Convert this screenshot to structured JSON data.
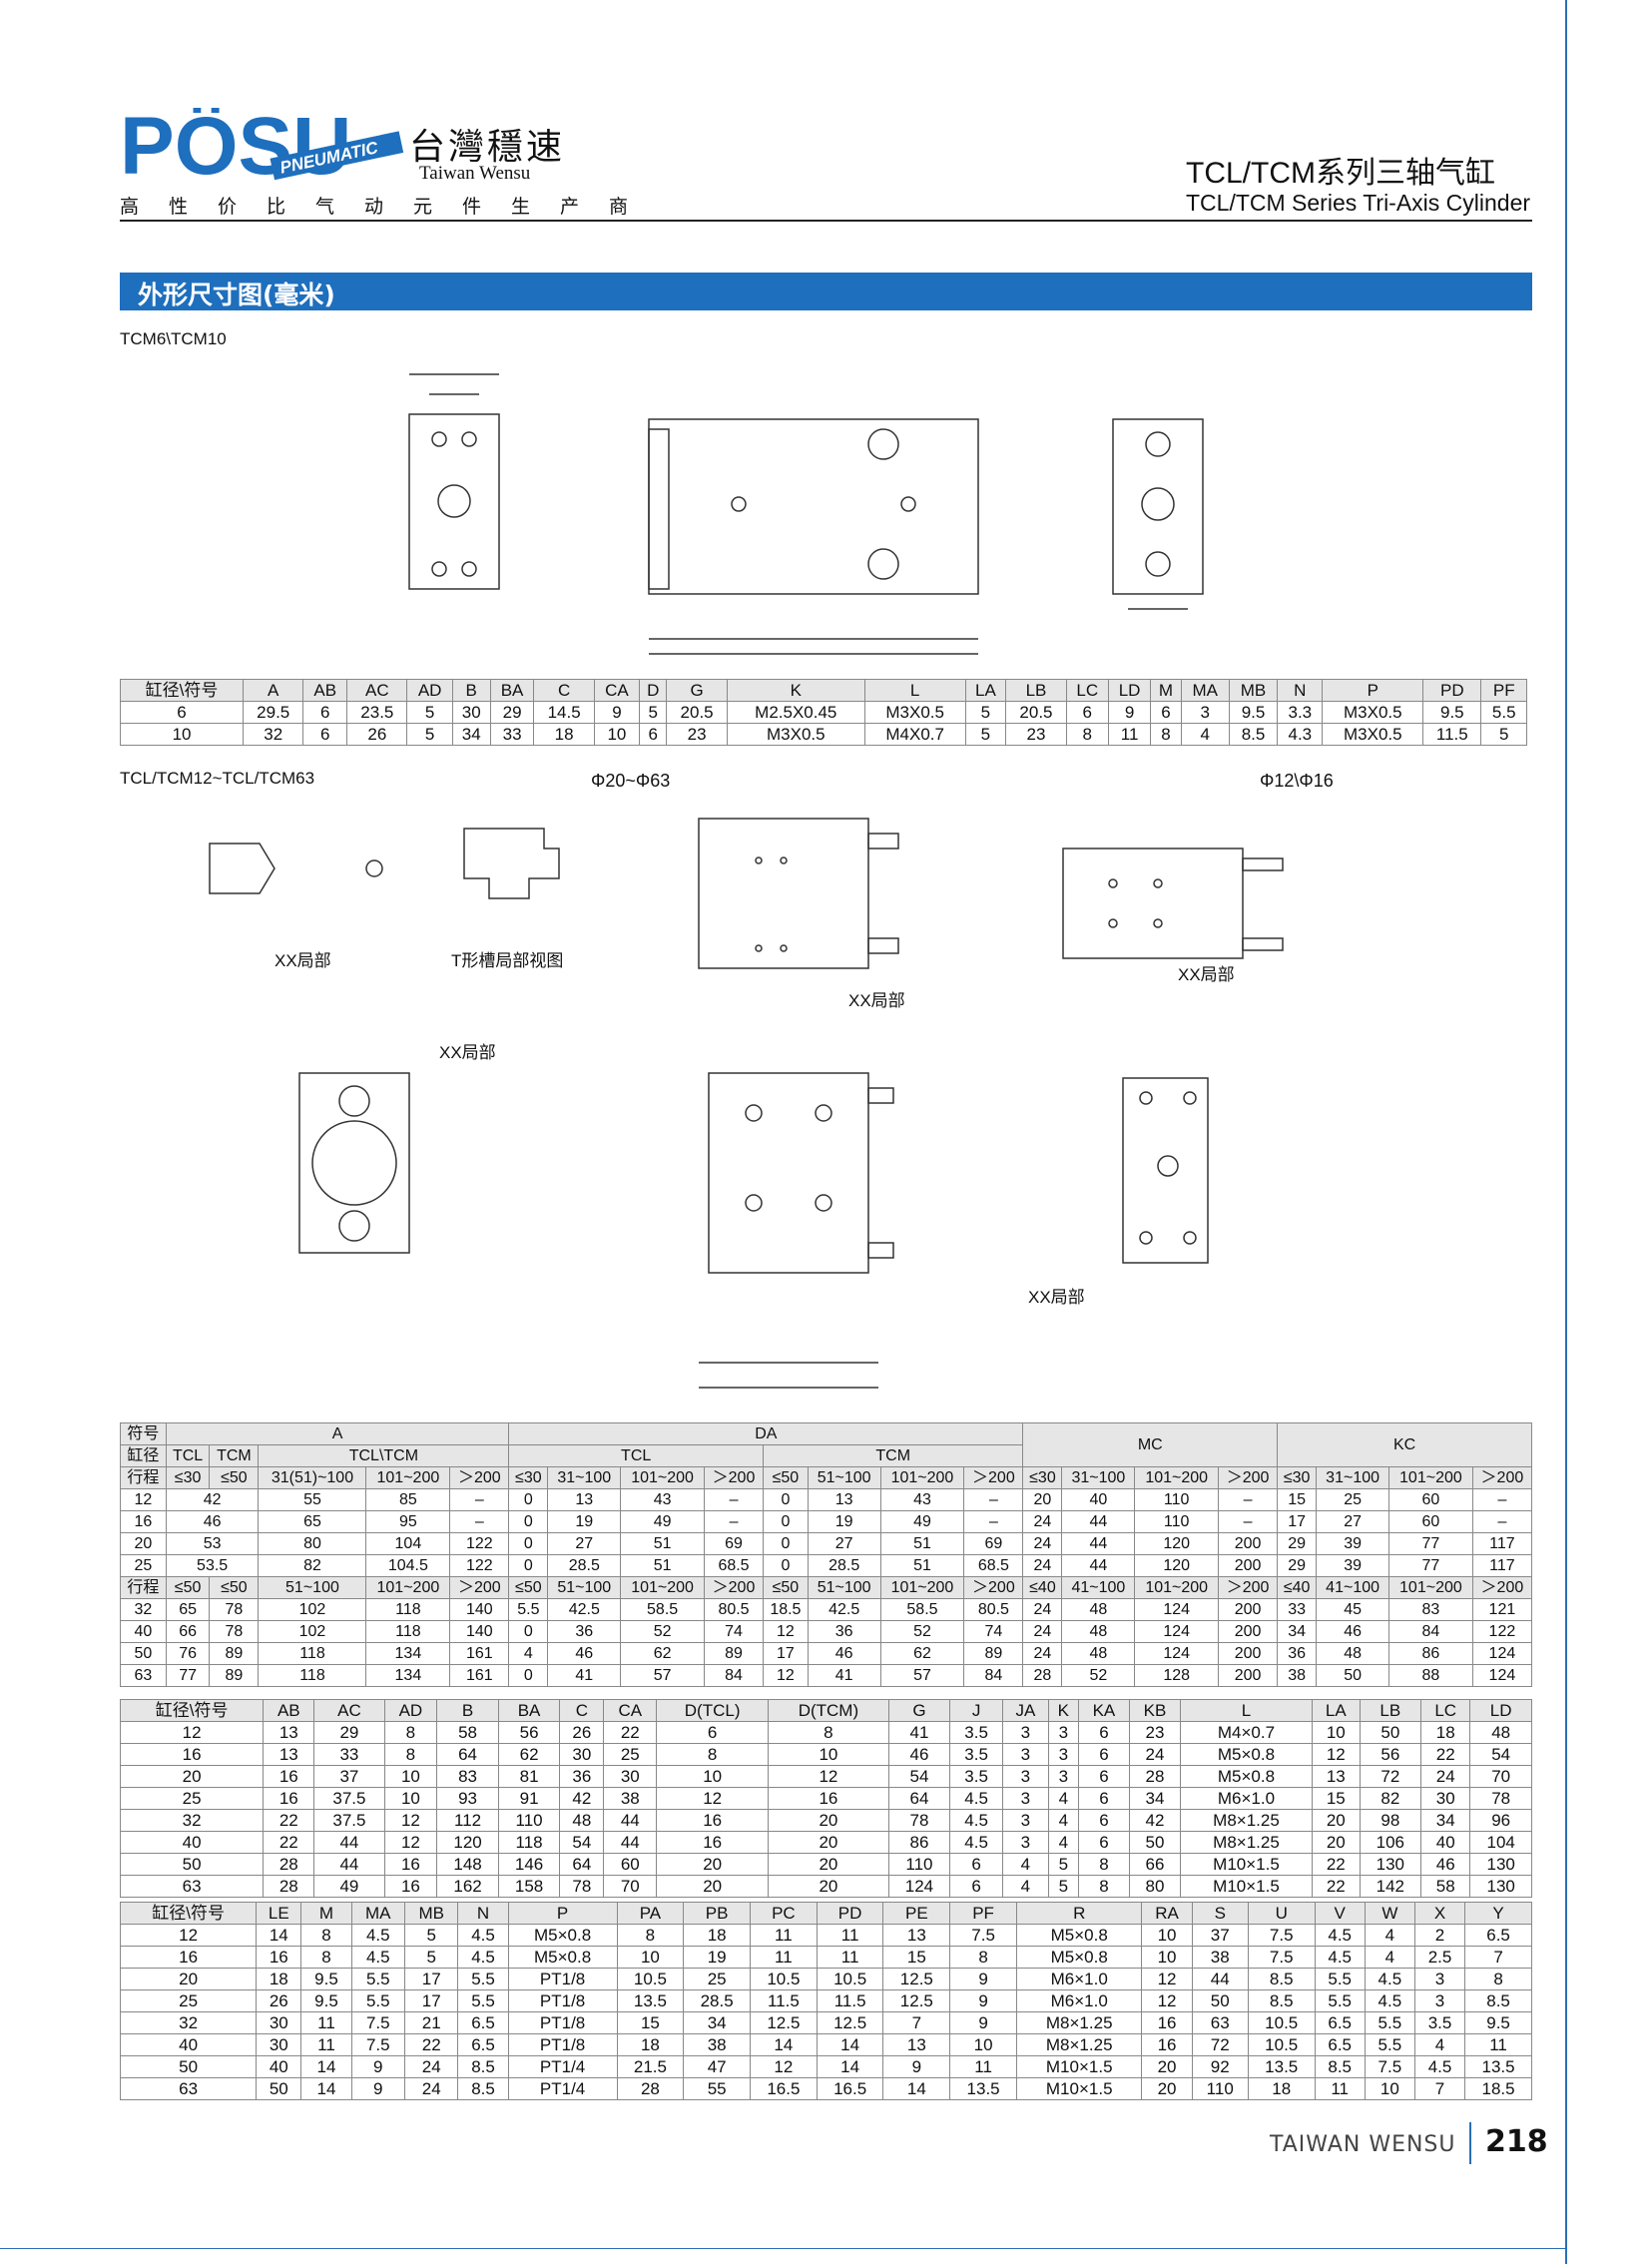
{
  "brand": {
    "logo": "PÖSU",
    "logo_band": "PNEUMATIC",
    "name_cn": "台灣穩速",
    "name_en": "Taiwan Wensu",
    "slogan": "高性价比气动元件生产商"
  },
  "header": {
    "title_cn": "TCL/TCM系列三轴气缸",
    "title_en": "TCL/TCM Series Tri-Axis Cylinder"
  },
  "section_title": "外形尺寸图(毫米)",
  "labels": {
    "tcm6": "TCM6\\TCM10",
    "tcl12": "TCL/TCM12~TCL/TCM63",
    "phi2063": "Φ20~Φ63",
    "phi1216": "Φ12\\Φ16",
    "xx": "XX局部",
    "tslot": "T形槽局部视图"
  },
  "table1": {
    "header": [
      "缸径\\符号",
      "A",
      "AB",
      "AC",
      "AD",
      "B",
      "BA",
      "C",
      "CA",
      "D",
      "G",
      "K",
      "L",
      "LA",
      "LB",
      "LC",
      "LD",
      "M",
      "MA",
      "MB",
      "N",
      "P",
      "PD",
      "PF"
    ],
    "rows": [
      [
        "6",
        "29.5",
        "6",
        "23.5",
        "5",
        "30",
        "29",
        "14.5",
        "9",
        "5",
        "20.5",
        "M2.5X0.45",
        "M3X0.5",
        "5",
        "20.5",
        "6",
        "9",
        "6",
        "3",
        "9.5",
        "3.3",
        "M3X0.5",
        "9.5",
        "5.5"
      ],
      [
        "10",
        "32",
        "6",
        "26",
        "5",
        "34",
        "33",
        "18",
        "10",
        "6",
        "23",
        "M3X0.5",
        "M4X0.7",
        "5",
        "23",
        "8",
        "11",
        "8",
        "4",
        "8.5",
        "4.3",
        "M3X0.5",
        "11.5",
        "5"
      ]
    ]
  },
  "table2": {
    "r1": [
      "符号",
      "A",
      "DA",
      "MC",
      "KC"
    ],
    "r2": [
      "缸径",
      "TCL",
      "TCM",
      "TCL\\TCM",
      "TCL",
      "TCM"
    ],
    "r3": [
      "行程",
      "≤30",
      "≤50",
      "31(51)~100",
      "101~200",
      "＞200",
      "≤30",
      "31~100",
      "101~200",
      "＞200",
      "≤50",
      "51~100",
      "101~200",
      "＞200",
      "≤30",
      "31~100",
      "101~200",
      "＞200",
      "≤30",
      "31~100",
      "101~200",
      "＞200"
    ],
    "rows": [
      [
        "12",
        "42",
        "",
        "55",
        "85",
        "–",
        "0",
        "13",
        "43",
        "–",
        "0",
        "13",
        "43",
        "–",
        "20",
        "40",
        "110",
        "–",
        "15",
        "25",
        "60",
        "–"
      ],
      [
        "16",
        "46",
        "",
        "65",
        "95",
        "–",
        "0",
        "19",
        "49",
        "–",
        "0",
        "19",
        "49",
        "–",
        "24",
        "44",
        "110",
        "–",
        "17",
        "27",
        "60",
        "–"
      ],
      [
        "20",
        "53",
        "",
        "80",
        "104",
        "122",
        "0",
        "27",
        "51",
        "69",
        "0",
        "27",
        "51",
        "69",
        "24",
        "44",
        "120",
        "200",
        "29",
        "39",
        "77",
        "117"
      ],
      [
        "25",
        "53.5",
        "",
        "82",
        "104.5",
        "122",
        "0",
        "28.5",
        "51",
        "68.5",
        "0",
        "28.5",
        "51",
        "68.5",
        "24",
        "44",
        "120",
        "200",
        "29",
        "39",
        "77",
        "117"
      ]
    ],
    "r4": [
      "行程",
      "≤50",
      "≤50",
      "51~100",
      "101~200",
      "＞200",
      "≤50",
      "51~100",
      "101~200",
      "＞200",
      "≤50",
      "51~100",
      "101~200",
      "＞200",
      "≤40",
      "41~100",
      "101~200",
      "＞200",
      "≤40",
      "41~100",
      "101~200",
      "＞200"
    ],
    "rows2": [
      [
        "32",
        "65",
        "78",
        "102",
        "118",
        "140",
        "5.5",
        "42.5",
        "58.5",
        "80.5",
        "18.5",
        "42.5",
        "58.5",
        "80.5",
        "24",
        "48",
        "124",
        "200",
        "33",
        "45",
        "83",
        "121"
      ],
      [
        "40",
        "66",
        "78",
        "102",
        "118",
        "140",
        "0",
        "36",
        "52",
        "74",
        "12",
        "36",
        "52",
        "74",
        "24",
        "48",
        "124",
        "200",
        "34",
        "46",
        "84",
        "122"
      ],
      [
        "50",
        "76",
        "89",
        "118",
        "134",
        "161",
        "4",
        "46",
        "62",
        "89",
        "17",
        "46",
        "62",
        "89",
        "24",
        "48",
        "124",
        "200",
        "36",
        "48",
        "86",
        "124"
      ],
      [
        "63",
        "77",
        "89",
        "118",
        "134",
        "161",
        "0",
        "41",
        "57",
        "84",
        "12",
        "41",
        "57",
        "84",
        "28",
        "52",
        "128",
        "200",
        "38",
        "50",
        "88",
        "124"
      ]
    ]
  },
  "table3": {
    "header": [
      "缸径\\符号",
      "AB",
      "AC",
      "AD",
      "B",
      "BA",
      "C",
      "CA",
      "D(TCL)",
      "D(TCM)",
      "G",
      "J",
      "JA",
      "K",
      "KA",
      "KB",
      "L",
      "LA",
      "LB",
      "LC",
      "LD"
    ],
    "rows": [
      [
        "12",
        "13",
        "29",
        "8",
        "58",
        "56",
        "26",
        "22",
        "6",
        "8",
        "41",
        "3.5",
        "3",
        "3",
        "6",
        "23",
        "M4×0.7",
        "10",
        "50",
        "18",
        "48"
      ],
      [
        "16",
        "13",
        "33",
        "8",
        "64",
        "62",
        "30",
        "25",
        "8",
        "10",
        "46",
        "3.5",
        "3",
        "3",
        "6",
        "24",
        "M5×0.8",
        "12",
        "56",
        "22",
        "54"
      ],
      [
        "20",
        "16",
        "37",
        "10",
        "83",
        "81",
        "36",
        "30",
        "10",
        "12",
        "54",
        "3.5",
        "3",
        "3",
        "6",
        "28",
        "M5×0.8",
        "13",
        "72",
        "24",
        "70"
      ],
      [
        "25",
        "16",
        "37.5",
        "10",
        "93",
        "91",
        "42",
        "38",
        "12",
        "16",
        "64",
        "4.5",
        "3",
        "4",
        "6",
        "34",
        "M6×1.0",
        "15",
        "82",
        "30",
        "78"
      ],
      [
        "32",
        "22",
        "37.5",
        "12",
        "112",
        "110",
        "48",
        "44",
        "16",
        "20",
        "78",
        "4.5",
        "3",
        "4",
        "6",
        "42",
        "M8×1.25",
        "20",
        "98",
        "34",
        "96"
      ],
      [
        "40",
        "22",
        "44",
        "12",
        "120",
        "118",
        "54",
        "44",
        "16",
        "20",
        "86",
        "4.5",
        "3",
        "4",
        "6",
        "50",
        "M8×1.25",
        "20",
        "106",
        "40",
        "104"
      ],
      [
        "50",
        "28",
        "44",
        "16",
        "148",
        "146",
        "64",
        "60",
        "20",
        "20",
        "110",
        "6",
        "4",
        "5",
        "8",
        "66",
        "M10×1.5",
        "22",
        "130",
        "46",
        "130"
      ],
      [
        "63",
        "28",
        "49",
        "16",
        "162",
        "158",
        "78",
        "70",
        "20",
        "20",
        "124",
        "6",
        "4",
        "5",
        "8",
        "80",
        "M10×1.5",
        "22",
        "142",
        "58",
        "130"
      ]
    ]
  },
  "table4": {
    "header": [
      "缸径\\符号",
      "LE",
      "M",
      "MA",
      "MB",
      "N",
      "P",
      "PA",
      "PB",
      "PC",
      "PD",
      "PE",
      "PF",
      "R",
      "RA",
      "S",
      "U",
      "V",
      "W",
      "X",
      "Y"
    ],
    "rows": [
      [
        "12",
        "14",
        "8",
        "4.5",
        "5",
        "4.5",
        "M5×0.8",
        "8",
        "18",
        "11",
        "11",
        "13",
        "7.5",
        "M5×0.8",
        "10",
        "37",
        "7.5",
        "4.5",
        "4",
        "2",
        "6.5"
      ],
      [
        "16",
        "16",
        "8",
        "4.5",
        "5",
        "4.5",
        "M5×0.8",
        "10",
        "19",
        "11",
        "11",
        "15",
        "8",
        "M5×0.8",
        "10",
        "38",
        "7.5",
        "4.5",
        "4",
        "2.5",
        "7"
      ],
      [
        "20",
        "18",
        "9.5",
        "5.5",
        "17",
        "5.5",
        "PT1/8",
        "10.5",
        "25",
        "10.5",
        "10.5",
        "12.5",
        "9",
        "M6×1.0",
        "12",
        "44",
        "8.5",
        "5.5",
        "4.5",
        "3",
        "8"
      ],
      [
        "25",
        "26",
        "9.5",
        "5.5",
        "17",
        "5.5",
        "PT1/8",
        "13.5",
        "28.5",
        "11.5",
        "11.5",
        "12.5",
        "9",
        "M6×1.0",
        "12",
        "50",
        "8.5",
        "5.5",
        "4.5",
        "3",
        "8.5"
      ],
      [
        "32",
        "30",
        "11",
        "7.5",
        "21",
        "6.5",
        "PT1/8",
        "15",
        "34",
        "12.5",
        "12.5",
        "7",
        "9",
        "M8×1.25",
        "16",
        "63",
        "10.5",
        "6.5",
        "5.5",
        "3.5",
        "9.5"
      ],
      [
        "40",
        "30",
        "11",
        "7.5",
        "22",
        "6.5",
        "PT1/8",
        "18",
        "38",
        "14",
        "14",
        "13",
        "10",
        "M8×1.25",
        "16",
        "72",
        "10.5",
        "6.5",
        "5.5",
        "4",
        "11"
      ],
      [
        "50",
        "40",
        "14",
        "9",
        "24",
        "8.5",
        "PT1/4",
        "21.5",
        "47",
        "12",
        "14",
        "9",
        "11",
        "M10×1.5",
        "20",
        "92",
        "13.5",
        "8.5",
        "7.5",
        "4.5",
        "13.5"
      ],
      [
        "63",
        "50",
        "14",
        "9",
        "24",
        "8.5",
        "PT1/4",
        "28",
        "55",
        "16.5",
        "16.5",
        "14",
        "13.5",
        "M10×1.5",
        "20",
        "110",
        "18",
        "11",
        "10",
        "7",
        "18.5"
      ]
    ]
  },
  "footer": {
    "company": "TAIWAN WENSU",
    "page": "218"
  },
  "colors": {
    "brand_blue": "#1e6fbd",
    "rule": "#222"
  }
}
